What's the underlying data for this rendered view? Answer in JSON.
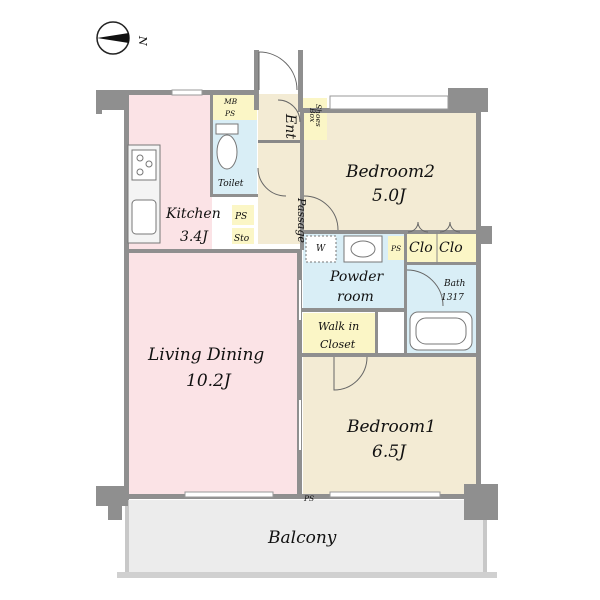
{
  "compass": {
    "label": "N"
  },
  "rooms": {
    "mb_ps": {
      "line1": "MB",
      "line2": "PS"
    },
    "ent": {
      "label": "Ent"
    },
    "shoes_box": {
      "line1": "Shoes",
      "line2": "Box"
    },
    "toilet": {
      "label": "Toilet"
    },
    "kitchen": {
      "name": "Kitchen",
      "size": "3.4J"
    },
    "ps_kitchen": {
      "label": "PS"
    },
    "sto": {
      "label": "Sto"
    },
    "passage": {
      "label": "Passage"
    },
    "bedroom2": {
      "name": "Bedroom2",
      "size": "5.0J"
    },
    "w": {
      "label": "W"
    },
    "ps_powder": {
      "label": "PS"
    },
    "clo1": {
      "label": "Clo"
    },
    "clo2": {
      "label": "Clo"
    },
    "powder": {
      "line1": "Powder",
      "line2": "room"
    },
    "bath": {
      "name": "Bath",
      "size": "1317"
    },
    "walkin": {
      "line1": "Walk in",
      "line2": "Closet"
    },
    "living": {
      "name": "Living Dining",
      "size": "10.2J"
    },
    "bedroom1": {
      "name": "Bedroom1",
      "size": "6.5J"
    },
    "ps_balcony": {
      "label": "PS"
    },
    "balcony": {
      "label": "Balcony"
    }
  },
  "colors": {
    "pink": "#fbe3e6",
    "tan": "#f3ebd4",
    "blue": "#d9eef6",
    "yellow": "#fbf6c6",
    "balcony": "#ececec",
    "wall": "#8f8f8f"
  }
}
